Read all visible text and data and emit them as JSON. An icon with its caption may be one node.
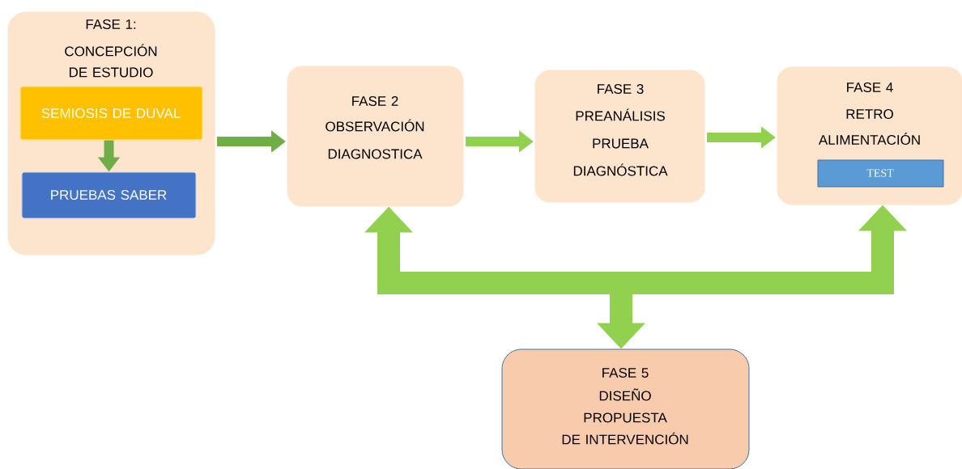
{
  "diagram": {
    "nodes": [
      {
        "text": [
          "FASE 1:",
          "CONCEPCIÓN DE ESTUDIO"
        ]
      },
      {
        "text": [
          "SEMIOSIS  DE DUVAL"
        ],
        "in": 0
      },
      {
        "text": [
          "PRUEBAS SABER"
        ],
        "in": 0
      },
      {
        "text": [
          "FASE 2",
          "OBSERVACIÓN DIAGNOSTICA"
        ]
      },
      {
        "text": [
          "FASE 3",
          "PREANÁLISIS PRUEBA DIAGNÓSTICA"
        ]
      },
      {
        "text": [
          "FASE 4",
          "RETRO ALIMENTACIÓN"
        ]
      },
      {
        "text": [
          "TEST"
        ],
        "in": 5
      },
      {
        "text": [
          "FASE 5",
          "DISEÑO PROPUESTA DE INTERVENCIÓN"
        ]
      }
    ],
    "edges": [
      {
        "from": 1,
        "to": 2,
        "arrow": "to",
        "color": "#70ad47"
      },
      {
        "from": 0,
        "to": 3,
        "arrow": "to",
        "color": "#70ad47"
      },
      {
        "from": 3,
        "to": 4,
        "arrow": "to"
      },
      {
        "from": 4,
        "to": 5,
        "arrow": "to"
      },
      {
        "from": 3,
        "to": 5,
        "arrow": "both",
        "style": "thick"
      },
      {
        "from": null,
        "to": 7,
        "arrow": "to",
        "style": "thick"
      }
    ]
  }
}
